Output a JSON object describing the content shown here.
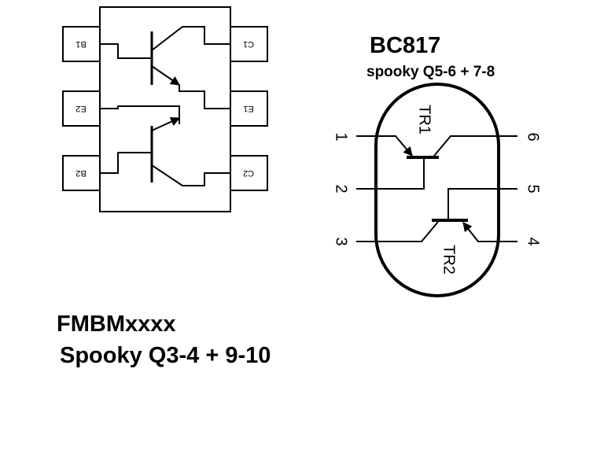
{
  "left_package": {
    "pins": {
      "b1": "B1",
      "c1": "C1",
      "e2": "E2",
      "e1": "E1",
      "b2": "B2",
      "c2": "C2"
    }
  },
  "right_package": {
    "title": "BC817",
    "subtitle": "spooky Q5-6 + 7-8",
    "transistors": {
      "tr1": "TR1",
      "tr2": "TR2"
    },
    "pin_numbers": {
      "p1": "1",
      "p2": "2",
      "p3": "3",
      "p4": "4",
      "p5": "5",
      "p6": "6"
    }
  },
  "bottom": {
    "title": "FMBMxxxx",
    "subtitle": "Spooky Q3-4 + 9-10"
  }
}
